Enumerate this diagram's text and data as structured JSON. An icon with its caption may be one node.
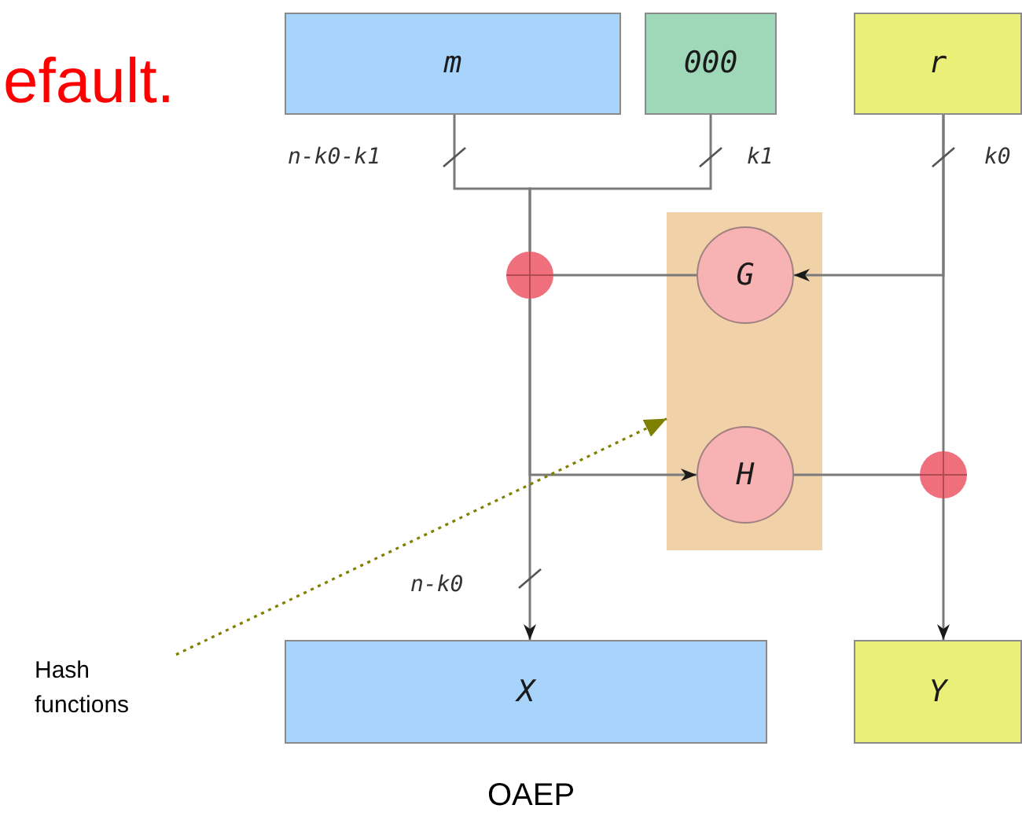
{
  "diagram": {
    "caption": "OAEP",
    "nodes": [
      {
        "text": [
          "m"
        ]
      },
      {
        "text": [
          "000"
        ]
      },
      {
        "text": [
          "r"
        ]
      },
      {
        "text": [],
        "shape": "box"
      },
      {
        "text": [
          "G"
        ],
        "in": 3
      },
      {
        "text": [
          "H"
        ],
        "in": 3
      },
      {
        "text": [],
        "shape": "circle"
      },
      {
        "text": [],
        "shape": "circle"
      },
      {
        "text": [
          "X"
        ]
      },
      {
        "text": [
          "Y"
        ]
      },
      {
        "text": [
          "Hash functions"
        ]
      }
    ],
    "edges": [
      {
        "from": 0,
        "to": 6,
        "arrow": "none",
        "label": "n-k0-k1"
      },
      {
        "from": 1,
        "to": 6,
        "arrow": "none",
        "label": "k1"
      },
      {
        "from": 2,
        "to": 4,
        "arrow": "to",
        "label": "k0"
      },
      {
        "from": 4,
        "to": 6,
        "arrow": "none"
      },
      {
        "from": 6,
        "to": 8,
        "arrow": "to",
        "label": "n-k0"
      },
      {
        "from": 6,
        "to": 5,
        "arrow": "to"
      },
      {
        "from": 5,
        "to": 7,
        "arrow": "none"
      },
      {
        "from": 2,
        "to": 7,
        "arrow": "none"
      },
      {
        "from": 7,
        "to": 9,
        "arrow": "to"
      },
      {
        "from": 10,
        "to": 3,
        "arrow": "to",
        "style": "dashed",
        "color": "#808000"
      }
    ],
    "labels": [
      "efault."
    ]
  }
}
